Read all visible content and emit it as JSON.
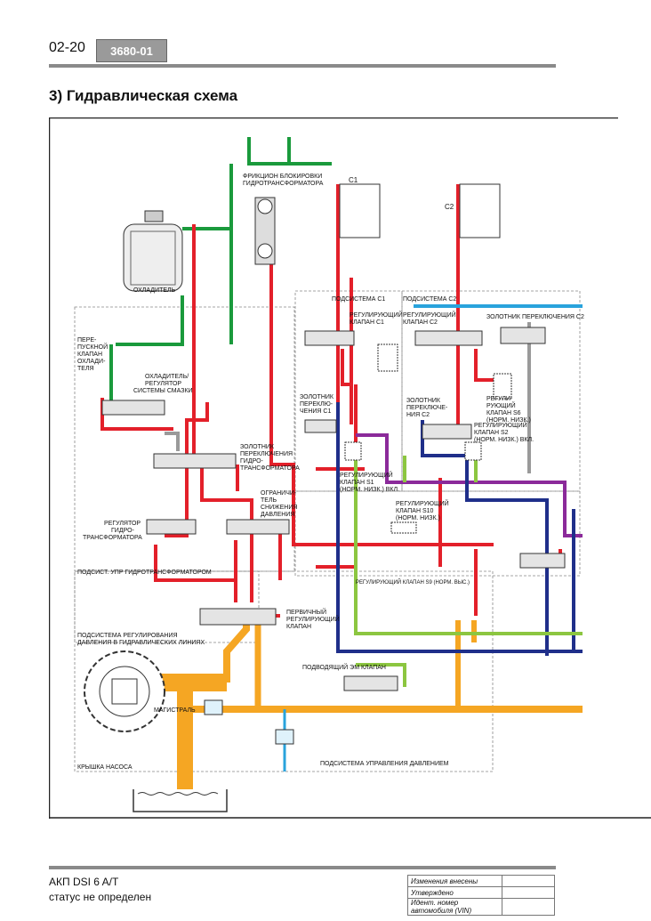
{
  "header": {
    "page_number": "02-20",
    "code": "3680-01"
  },
  "section_title": "3) Гидравлическая схема",
  "diagram": {
    "labels": {
      "cooler": "ОХЛАДИТЕЛЬ",
      "lockup_clutch_1": "ФРИКЦИОН БЛОКИРОВКИ",
      "lockup_clutch_2": "ГИДРОТРАНСФОРМАТОРА",
      "c1": "C1",
      "c2": "C2",
      "subsystem_c1": "ПОДСИСТЕМА C1",
      "subsystem_c2": "ПОДСИСТЕМА C2",
      "reg_valve_c1_1": "РЕГУЛИРУЮЩИЙ",
      "reg_valve_c1_2": "КЛАПАН C1",
      "reg_valve_c2_1": "РЕГУЛИРУЮЩИЙ",
      "reg_valve_c2_2": "КЛАПАН C2",
      "shift_c2": "ЗОЛОТНИК ПЕРЕКЛЮЧЕНИЯ C2",
      "bypass_1": "ПЕРЕ-",
      "bypass_2": "ПУСКНОЙ",
      "bypass_3": "КЛАПАН",
      "bypass_4": "ОХЛАДИ-",
      "bypass_5": "ТЕЛЯ",
      "cool_lube_1": "ОХЛАДИТЕЛЬ/",
      "cool_lube_2": "РЕГУЛЯТОР",
      "cool_lube_3": "СИСТЕМЫ СМАЗКИ",
      "shift_c1_1": "ЗОЛОТНИК",
      "shift_c1_2": "ПЕРЕКЛЮ-",
      "shift_c1_3": "ЧЕНИЯ C1",
      "shift_c2b_1": "ЗОЛОТНИК",
      "shift_c2b_2": "ПЕРЕКЛЮЧЕ-",
      "shift_c2b_3": "НИЯ C2",
      "valve_s6_1": "РЕГУЛИ-",
      "valve_s6_2": "РУЮЩИЙ",
      "valve_s6_3": "КЛАПАН S6",
      "valve_s6_4": "(НОРМ. НИЗК.)",
      "valve_s2_1": "РЕГУЛИРУЮЩИЙ",
      "valve_s2_2": "КЛАПАН S2",
      "valve_s2_3": "(НОРМ. НИЗК.) ВКЛ.",
      "tc_shift_1": "ЗОЛОТНИК",
      "tc_shift_2": "ПЕРЕКЛЮЧЕНИЯ",
      "tc_shift_3": "ГИДРО-",
      "tc_shift_4": "ТРАНСФОРМАТОРА",
      "valve_s1_1": "РЕГУЛИРУЮЩИЙ",
      "valve_s1_2": "КЛАПАН S1",
      "valve_s1_3": "(НОРМ. НИЗК.) ВКЛ.",
      "limiter_1": "ОГРАНИЧИ-",
      "limiter_2": "ТЕЛЬ",
      "limiter_3": "СНИЖЕНИЯ",
      "limiter_4": "ДАВЛЕНИЯ",
      "valve_s10_1": "РЕГУЛИРУЮЩИЙ",
      "valve_s10_2": "КЛАПАН S10",
      "valve_s10_3": "(НОРМ. НИЗК.)",
      "tc_reg_1": "РЕГУЛЯТОР",
      "tc_reg_2": "ГИДРО-",
      "tc_reg_3": "ТРАНСФОРМАТОРА",
      "tc_subsystem": "ПОДСИСТ. УПР ГИДРОТРАНСФОРМАТОРОМ",
      "valve_s9": "РЕГУЛИРУЮЩИЙ КЛАПАН S9 (НОРМ. ВЫС.)",
      "primary_1": "ПЕРВИЧНЫЙ",
      "primary_2": "РЕГУЛИРУЮЩИЙ",
      "primary_3": "КЛАПАН",
      "line_pressure_1": "ПОДСИСТЕМА РЕГУЛИРОВАНИЯ",
      "line_pressure_2": "ДАВЛЕНИЯ В ГИДРАВЛИЧЕСКИХ ЛИНИЯХ",
      "supply_valve": "ПОДВОДЯЩИЙ ЭМ КЛАПАН",
      "main_line": "МАГИСТРАЛЬ",
      "pump_cover": "КРЫШКА НАСОСА",
      "pressure_subsystem": "ПОДСИСТЕМА УПРАВЛЕНИЯ ДАВЛЕНИЕМ"
    },
    "colors": {
      "red": "#e3202a",
      "green": "#1a9a3c",
      "blue": "#29a3dc",
      "navy": "#1f2f8a",
      "purple": "#8b2a9a",
      "lime": "#8cc640",
      "orange": "#f5a623",
      "gray": "#9a9a9a"
    }
  },
  "footer": {
    "model": "АКП DSI 6 A/T",
    "status": "статус не определен",
    "sign_rows": [
      "Изменения внесены",
      "Утверждено",
      "Идент. номер автомобиля (VIN)"
    ]
  }
}
